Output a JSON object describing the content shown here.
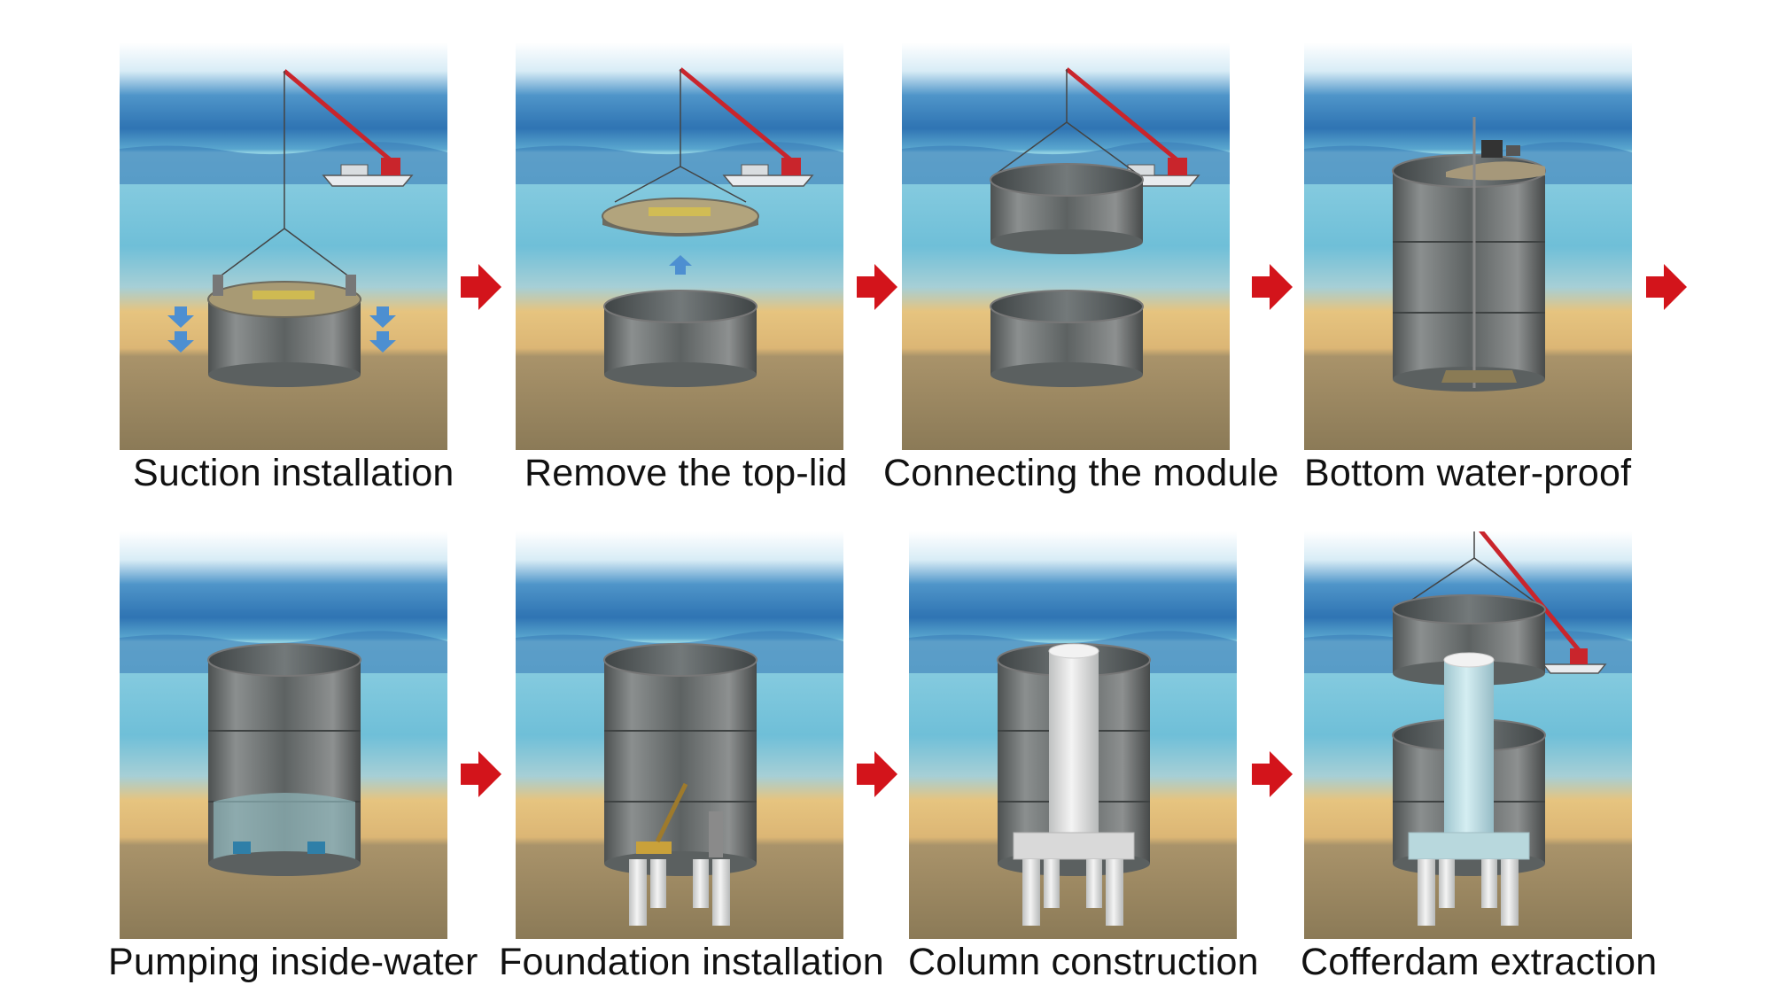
{
  "steps": [
    {
      "label": "Suction installation"
    },
    {
      "label": "Remove the top-lid"
    },
    {
      "label": "Connecting the module"
    },
    {
      "label": "Bottom water-proof"
    },
    {
      "label": "Pumping inside-water"
    },
    {
      "label": "Foundation installation"
    },
    {
      "label": "Column construction"
    },
    {
      "label": "Cofferdam extraction"
    }
  ],
  "icons": {
    "arrow": "right-arrow-icon"
  },
  "colors": {
    "arrow": "#d3141b",
    "sky_top": "#ffffff",
    "sea_surface": "#3c86c2",
    "water": "#7fc8dc",
    "seabed_sand": "#e7c27e",
    "soil": "#9d8a63",
    "steel": "#6b6f70",
    "concrete": "#e6e6e6"
  }
}
